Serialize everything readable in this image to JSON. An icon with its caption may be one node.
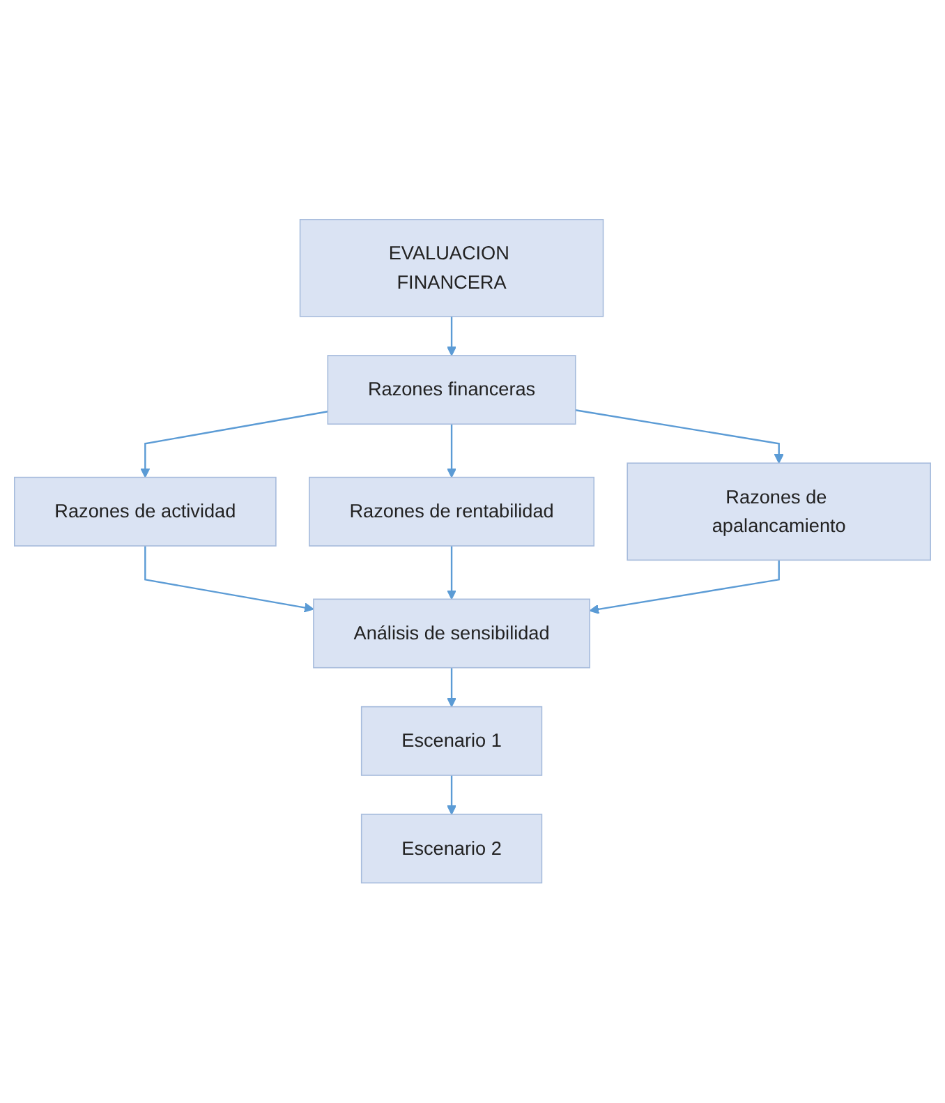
{
  "diagram": {
    "nodes": [
      {
        "text": [
          "EVALUACION FINANCERA"
        ]
      },
      {
        "text": [
          "Razones financeras"
        ]
      },
      {
        "text": [
          "Razones de actividad"
        ]
      },
      {
        "text": [
          "Razones de rentabilidad"
        ]
      },
      {
        "text": [
          "Razones de apalancamiento"
        ]
      },
      {
        "text": [
          "Análisis de sensibilidad"
        ]
      },
      {
        "text": [
          "Escenario 1"
        ]
      },
      {
        "text": [
          "Escenario 2"
        ]
      }
    ],
    "edges": [
      {
        "from": 0,
        "to": 1,
        "arrow": "to"
      },
      {
        "from": 1,
        "to": 2,
        "arrow": "to"
      },
      {
        "from": 1,
        "to": 3,
        "arrow": "to"
      },
      {
        "from": 1,
        "to": 4,
        "arrow": "to"
      },
      {
        "from": 2,
        "to": 5,
        "arrow": "to"
      },
      {
        "from": 3,
        "to": 5,
        "arrow": "to"
      },
      {
        "from": 4,
        "to": 5,
        "arrow": "to"
      },
      {
        "from": 5,
        "to": 6,
        "arrow": "to"
      },
      {
        "from": 6,
        "to": 7,
        "arrow": "to"
      }
    ]
  }
}
